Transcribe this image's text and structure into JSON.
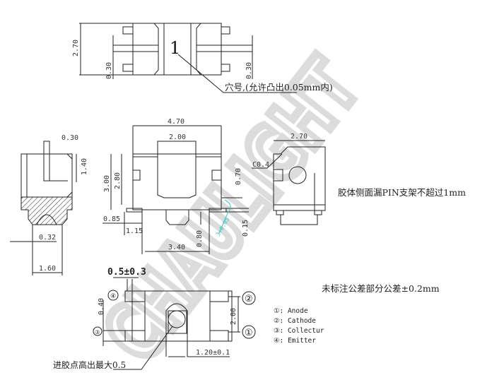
{
  "watermark": "CHAULIGHT",
  "top_view": {
    "pin_mark": "1",
    "dim_height": "2.70",
    "dim_pin_left": "0.30",
    "dim_pin_right": "0.30",
    "hole_note": "穴号,(允许凸出0.05mm内)"
  },
  "side_view": {
    "dim_pin_width": "0.30",
    "dim_pin_height": "1.40",
    "dim_lens": "0.32",
    "dim_width": "1.60"
  },
  "front_view": {
    "dim_total_width": "4.70",
    "dim_dome_width": "2.00",
    "dim_total_height": "3.00",
    "dim_body_height": "2.80",
    "dim_pad_offset": "0.85",
    "dim_pad_width": "1.15",
    "dim_pitch": "3.40",
    "dim_lens_height": "0.80",
    "dim_pad_height": "0.70",
    "dim_lead_thickness": "0.15",
    "cyan_annotation": "3+0.05"
  },
  "end_view": {
    "dim_width": "2.70",
    "chamfer": "C0.4"
  },
  "bottom_view": {
    "dim_lead": "0.5±0.3",
    "dim_pin_pitch_left": "0.40",
    "dim_pin_pitch_right": "2.00",
    "dim_window": "1.20±0.1",
    "pin_numbers": [
      "④",
      "②",
      "③",
      "①"
    ],
    "gate_note": "进胶点高出最大0.5"
  },
  "notes": {
    "side_leak": "胶体侧面漏PIN支架不超过1mm",
    "tolerance": "未标注公差部分公差±0.2mm"
  },
  "legend": [
    "①: Anode",
    "②: Cathode",
    "③: Collectur",
    "④: Emitter"
  ]
}
